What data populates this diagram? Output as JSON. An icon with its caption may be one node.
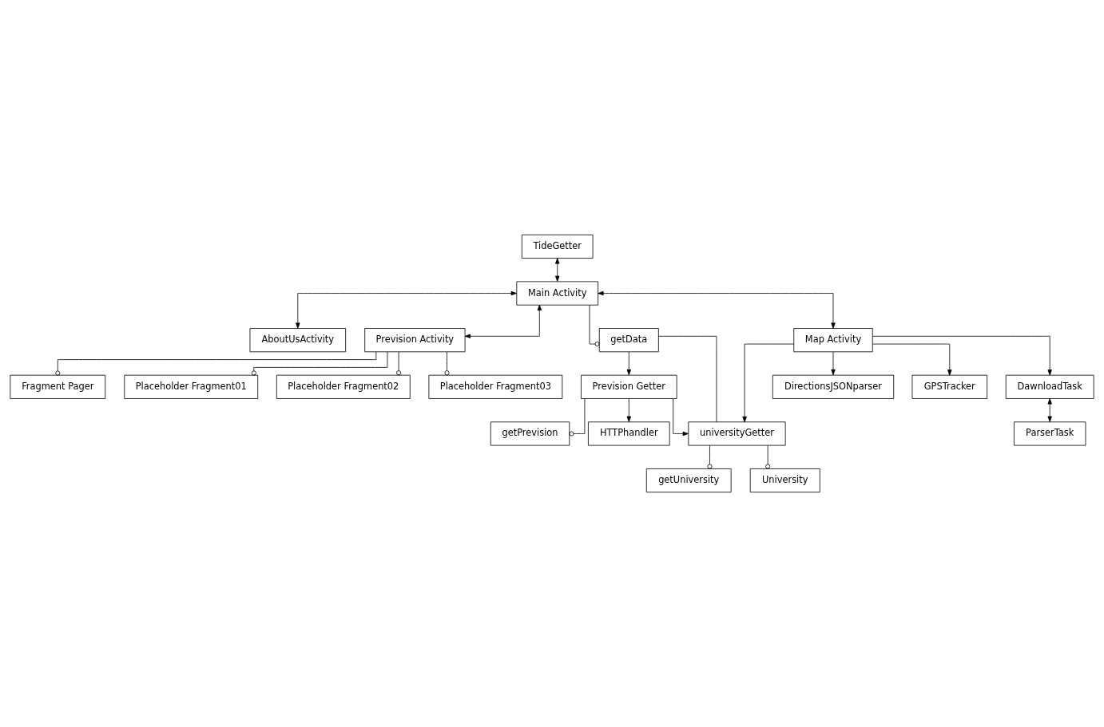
{
  "diagram": {
    "nodes": [
      {
        "text": [
          "AboutUsActivity"
        ]
      },
      {
        "text": [
          "TideGetter"
        ]
      },
      {
        "text": [
          "Main Activity"
        ]
      },
      {
        "text": [
          "Prevision Activity"
        ]
      },
      {
        "text": [
          "Fragment Pager"
        ]
      },
      {
        "text": [
          "Placeholder Fragment01"
        ]
      },
      {
        "text": [
          "Placeholder Fragment02"
        ]
      },
      {
        "text": [
          "Placeholder Fragment03"
        ]
      },
      {
        "text": [
          "getData"
        ]
      },
      {
        "text": [
          "getPrevision"
        ]
      },
      {
        "text": [
          "Prevision Getter"
        ]
      },
      {
        "text": [
          "HTTPhandler"
        ]
      },
      {
        "text": [
          "Map Activity"
        ]
      },
      {
        "text": [
          "universityGetter"
        ]
      },
      {
        "text": [
          "getUniversity"
        ]
      },
      {
        "text": [
          "University"
        ]
      },
      {
        "text": [
          "DirectionsJSONparser"
        ]
      },
      {
        "text": [
          "GPSTracker"
        ]
      },
      {
        "text": [
          "DawnloadTask"
        ]
      },
      {
        "text": [
          "ParserTask"
        ]
      }
    ],
    "edges": [
      {
        "from": 2,
        "to": 0,
        "arrow": "both"
      },
      {
        "from": 1,
        "to": 2,
        "arrow": "both"
      },
      {
        "from": 2,
        "to": 3,
        "arrow": "both"
      },
      {
        "from": 3,
        "to": 4,
        "arrow": "other"
      },
      {
        "from": 3,
        "to": 5,
        "arrow": "other"
      },
      {
        "from": 3,
        "to": 6,
        "arrow": "other"
      },
      {
        "from": 3,
        "to": 7,
        "arrow": "other"
      },
      {
        "from": 2,
        "to": 8,
        "arrow": "other"
      },
      {
        "from": 2,
        "to": 12,
        "arrow": "both"
      },
      {
        "from": 8,
        "to": 10,
        "arrow": "to"
      },
      {
        "from": 10,
        "to": 9,
        "arrow": "other"
      },
      {
        "from": 10,
        "to": 11,
        "arrow": "to"
      },
      {
        "from": 10,
        "to": 13,
        "arrow": "to"
      },
      {
        "from": 8,
        "to": 13,
        "arrow": "none"
      },
      {
        "from": 12,
        "to": 13,
        "arrow": "to"
      },
      {
        "from": 13,
        "to": 14,
        "arrow": "other"
      },
      {
        "from": 13,
        "to": 15,
        "arrow": "other"
      },
      {
        "from": 12,
        "to": 16,
        "arrow": "to"
      },
      {
        "from": 12,
        "to": 17,
        "arrow": "to"
      },
      {
        "from": 12,
        "to": 18,
        "arrow": "to"
      },
      {
        "from": 18,
        "to": 19,
        "arrow": "both"
      }
    ]
  }
}
